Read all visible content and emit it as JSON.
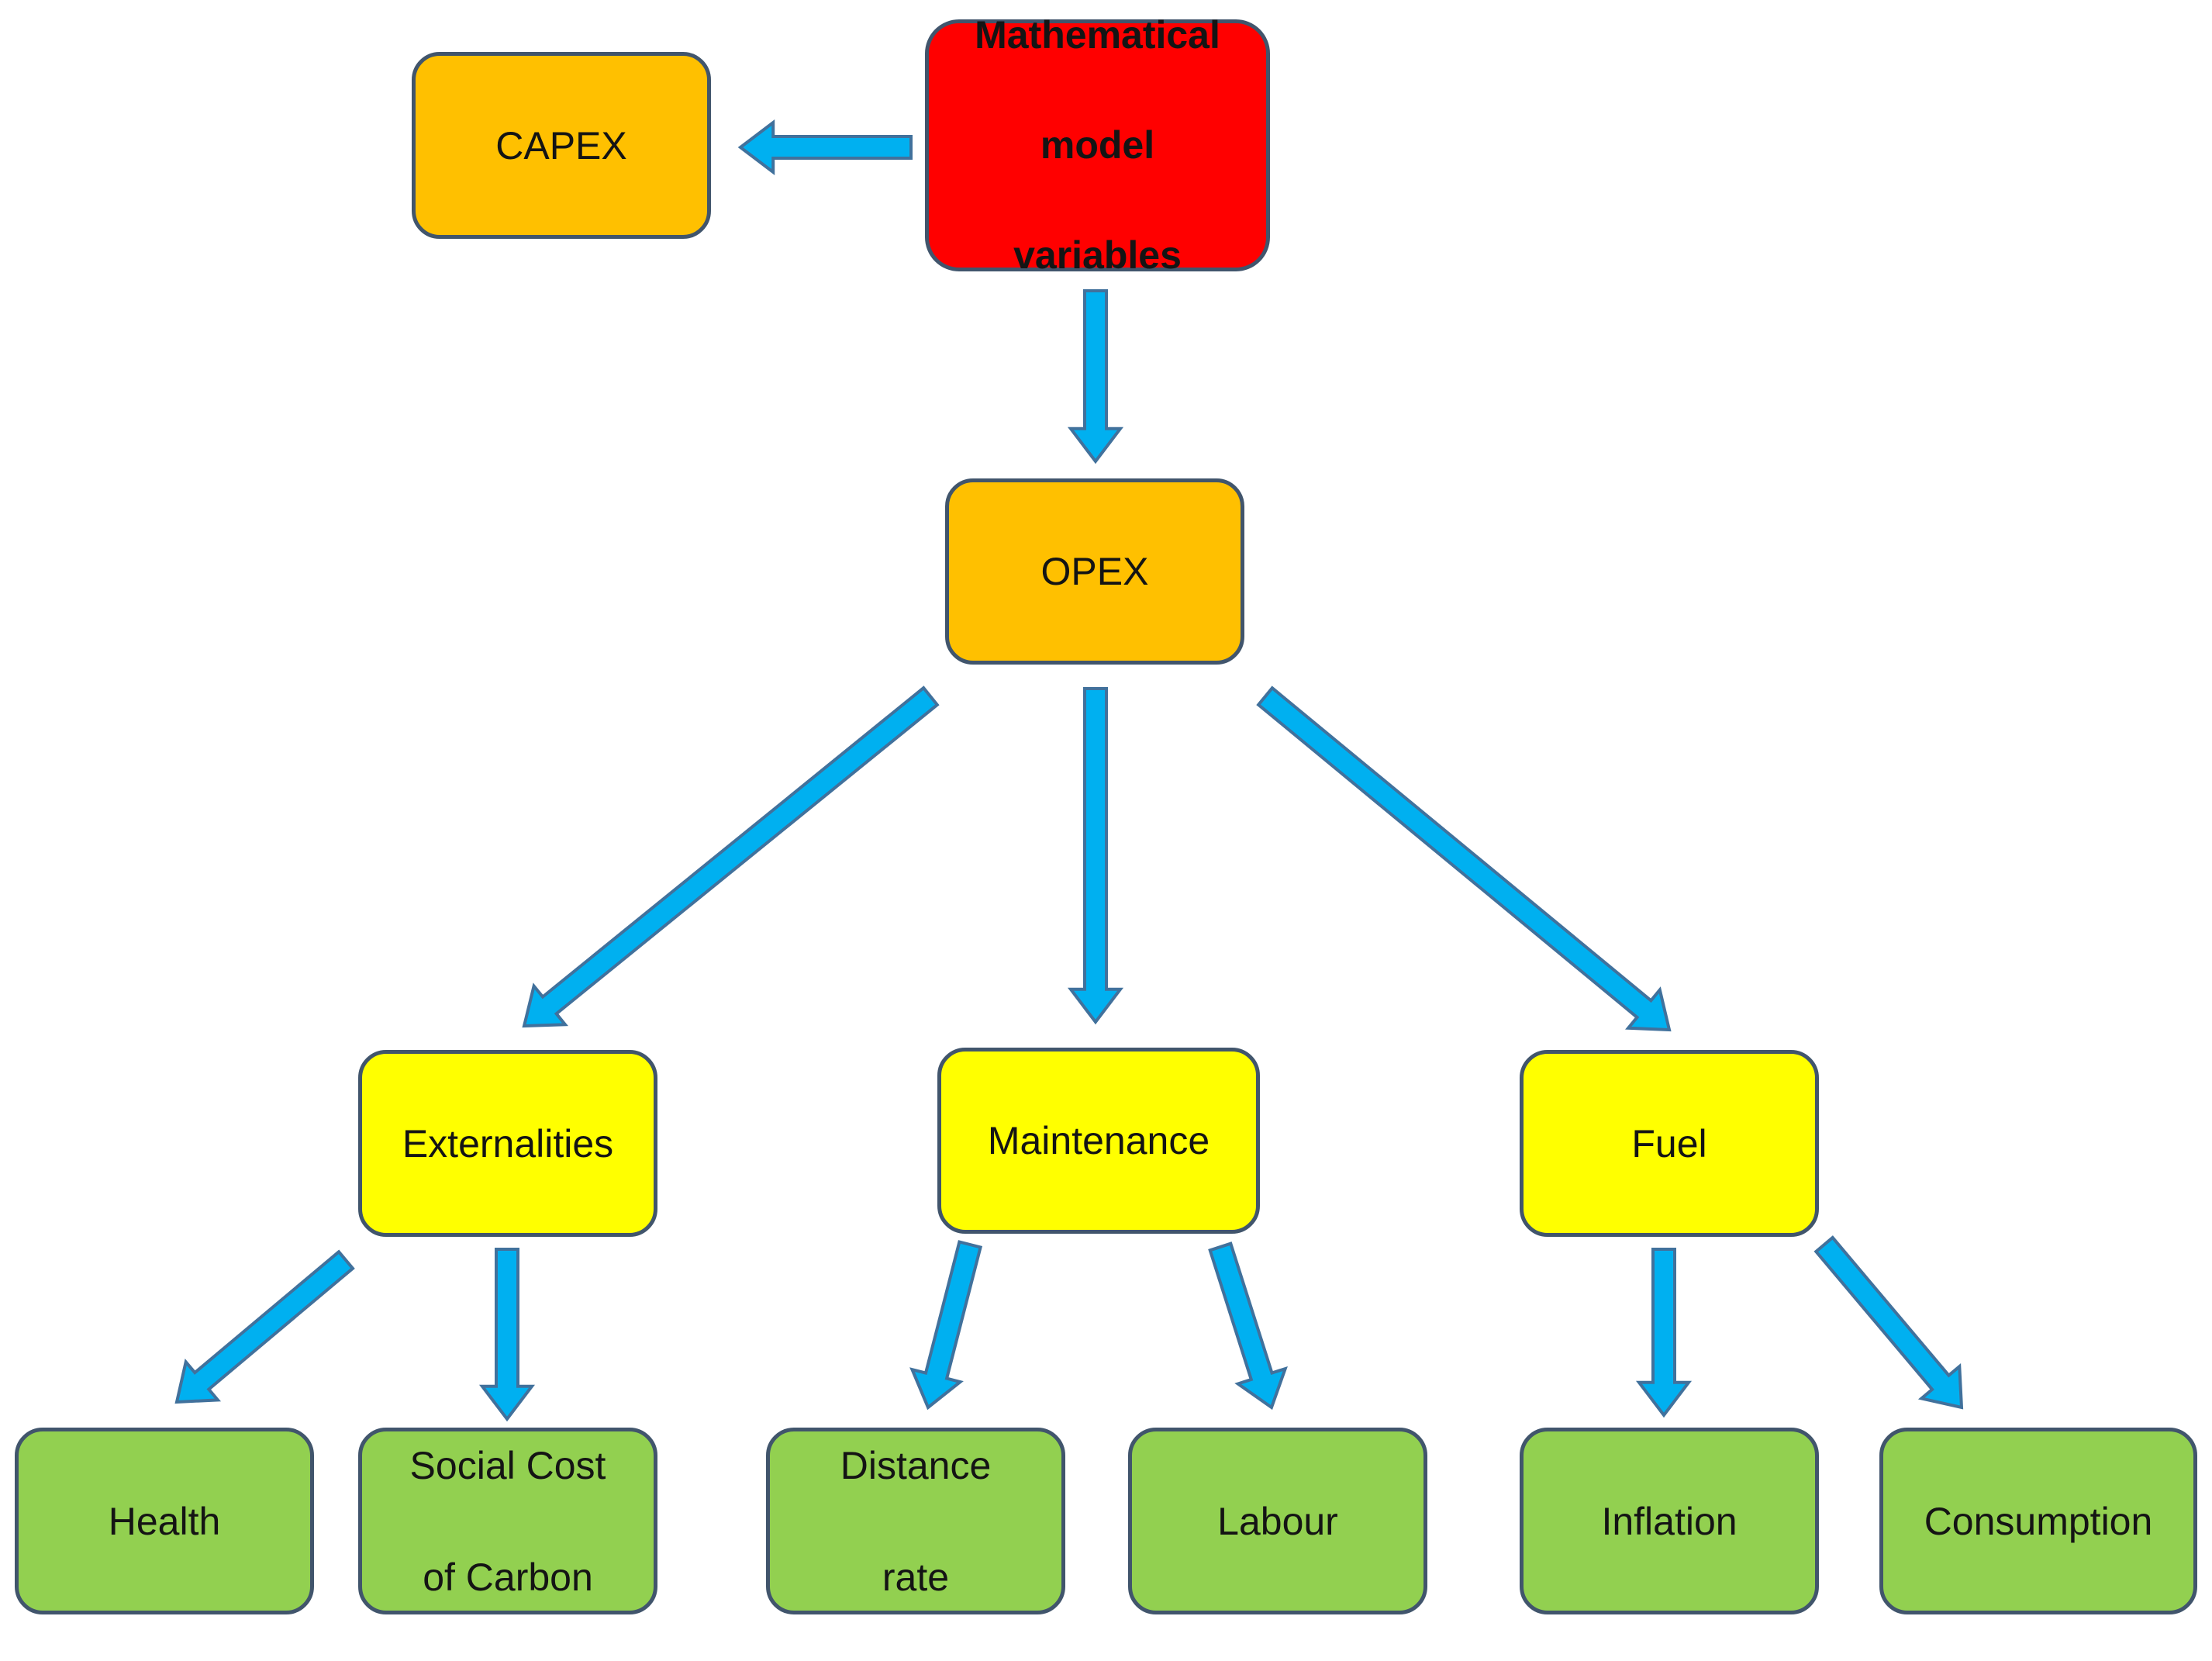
{
  "diagram": {
    "root": {
      "label": "Mathematical model variables",
      "lines": [
        "Mathematical",
        "model",
        "variables"
      ]
    },
    "capex": {
      "label": "CAPEX"
    },
    "opex": {
      "label": "OPEX"
    },
    "externalities": {
      "label": "Externalities"
    },
    "maintenance": {
      "label": "Maintenance"
    },
    "fuel": {
      "label": "Fuel"
    },
    "health": {
      "label": "Health"
    },
    "social_cost": {
      "lines": [
        "Social Cost",
        "of Carbon"
      ]
    },
    "distance_rate": {
      "lines": [
        "Distance",
        "rate"
      ]
    },
    "labour": {
      "label": "Labour"
    },
    "inflation": {
      "label": "Inflation"
    },
    "consumption": {
      "label": "Consumption"
    }
  },
  "edges": [
    [
      "Mathematical model variables",
      "CAPEX"
    ],
    [
      "Mathematical model variables",
      "OPEX"
    ],
    [
      "OPEX",
      "Externalities"
    ],
    [
      "OPEX",
      "Maintenance"
    ],
    [
      "OPEX",
      "Fuel"
    ],
    [
      "Externalities",
      "Health"
    ],
    [
      "Externalities",
      "Social Cost of Carbon"
    ],
    [
      "Maintenance",
      "Distance rate"
    ],
    [
      "Maintenance",
      "Labour"
    ],
    [
      "Fuel",
      "Inflation"
    ],
    [
      "Fuel",
      "Consumption"
    ]
  ],
  "colors": {
    "root_fill": "#ff0000",
    "level1_fill": "#ffc000",
    "level2_fill": "#ffff00",
    "level3_fill": "#92d050",
    "box_border": "#41556c",
    "arrow_fill": "#00b0f0",
    "arrow_outline": "#41719c"
  }
}
